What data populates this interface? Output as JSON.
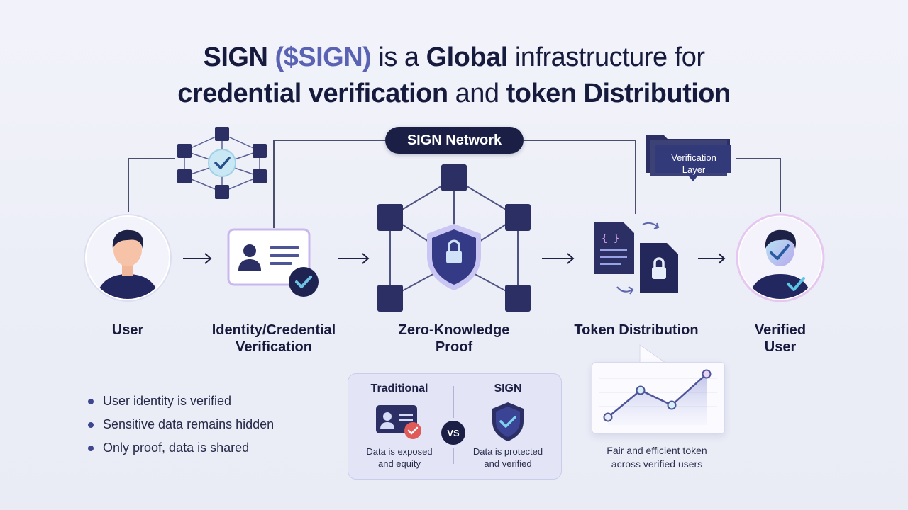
{
  "title": {
    "line1": [
      {
        "text": "SIGN ",
        "style": "bold"
      },
      {
        "text": "($SIGN)",
        "style": "highlight"
      },
      {
        "text": " is a ",
        "style": "light"
      },
      {
        "text": "Global",
        "style": "bold"
      },
      {
        "text": " infrastructure for",
        "style": "light"
      }
    ],
    "line2": [
      {
        "text": "credential verification",
        "style": "bold"
      },
      {
        "text": " and ",
        "style": "light"
      },
      {
        "text": "token Distribution",
        "style": "bold"
      }
    ]
  },
  "network_label": "SIGN Network",
  "verification_layer_label": "Verification\nLayer",
  "stages": [
    {
      "id": "user",
      "label": "User",
      "icon": "user-avatar-icon"
    },
    {
      "id": "identity",
      "label": "Identity/Credential\nVerification",
      "icon": "id-card-check-icon"
    },
    {
      "id": "zkp",
      "label": "Zero-Knowledge\nProof",
      "icon": "shield-lock-icon"
    },
    {
      "id": "token",
      "label": "Token Distribution",
      "icon": "document-lock-icon"
    },
    {
      "id": "verified",
      "label": "Verified\nUser",
      "icon": "verified-user-icon"
    }
  ],
  "bullets": [
    "User identity is verified",
    "Sensitive data remains hidden",
    "Only proof, data is shared"
  ],
  "comparison": {
    "left": {
      "heading": "Traditional",
      "text": "Data is exposed\nand equity",
      "icon": "id-card-x-icon"
    },
    "vs_label": "VS",
    "right": {
      "heading": "SIGN",
      "text": "Data is protected\nand verified",
      "icon": "shield-check-icon"
    }
  },
  "chart_caption": "Fair and efficient token\nacross verified users",
  "colors": {
    "navy": "#1b1f45",
    "accent": "#5a62b4",
    "node": "#2b2f63",
    "check": "#4aa3c8",
    "x_mark": "#e05a5a",
    "background": "#eef0f8"
  }
}
